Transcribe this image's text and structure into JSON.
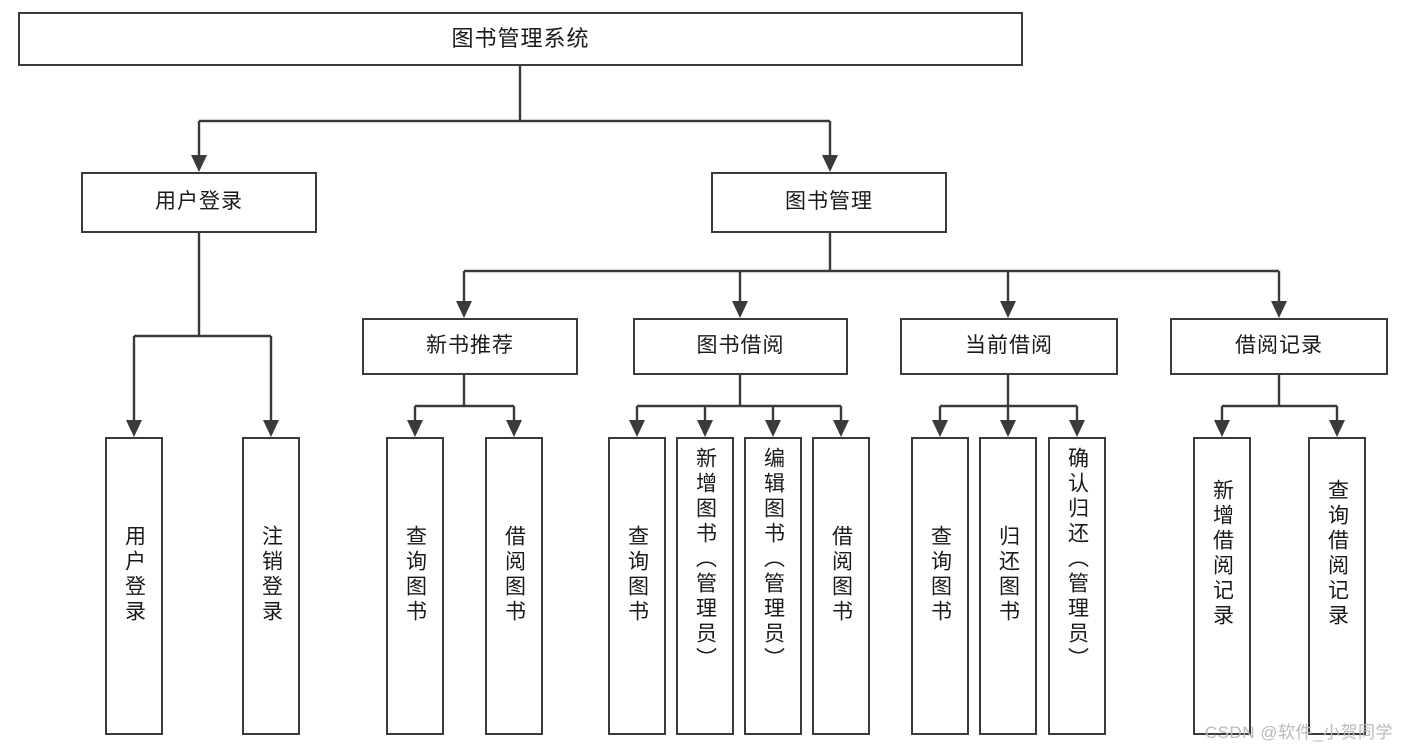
{
  "diagram": {
    "title": "图书管理系统",
    "watermark": "CSDN @软件_小贺同学",
    "nodes": {
      "root": {
        "label": "图书管理系统"
      },
      "level2": [
        {
          "id": "user-login",
          "label": "用户登录"
        },
        {
          "id": "book-manage",
          "label": "图书管理"
        }
      ],
      "level3": [
        {
          "id": "new-book-recommend",
          "label": "新书推荐"
        },
        {
          "id": "book-borrow",
          "label": "图书借阅"
        },
        {
          "id": "current-borrow",
          "label": "当前借阅"
        },
        {
          "id": "borrow-record",
          "label": "借阅记录"
        }
      ],
      "leaves": {
        "user_login": [
          {
            "id": "leaf-user-login",
            "label": "用户登录"
          },
          {
            "id": "leaf-logout-login",
            "label": "注销登录"
          }
        ],
        "new_book_recommend": [
          {
            "id": "leaf-query-book-1",
            "label": "查询图书"
          },
          {
            "id": "leaf-borrow-book-1",
            "label": "借阅图书"
          }
        ],
        "book_borrow": [
          {
            "id": "leaf-query-book-2",
            "label": "查询图书"
          },
          {
            "id": "leaf-add-book",
            "label": "新增图书（管理员）"
          },
          {
            "id": "leaf-edit-book",
            "label": "编辑图书（管理员）"
          },
          {
            "id": "leaf-borrow-book-2",
            "label": "借阅图书"
          }
        ],
        "current_borrow": [
          {
            "id": "leaf-query-book-3",
            "label": "查询图书"
          },
          {
            "id": "leaf-return-book",
            "label": "归还图书"
          },
          {
            "id": "leaf-confirm-return",
            "label": "确认归还（管理员）"
          }
        ],
        "borrow_record": [
          {
            "id": "leaf-add-borrow-record",
            "label": "新增借阅记录"
          },
          {
            "id": "leaf-query-borrow-record",
            "label": "查询借阅记录"
          }
        ]
      }
    },
    "style": {
      "border_color": "#3a3a3a",
      "background_color": "#ffffff",
      "text_color": "#1a1a1a",
      "watermark_color": "#b9b9b9"
    }
  }
}
